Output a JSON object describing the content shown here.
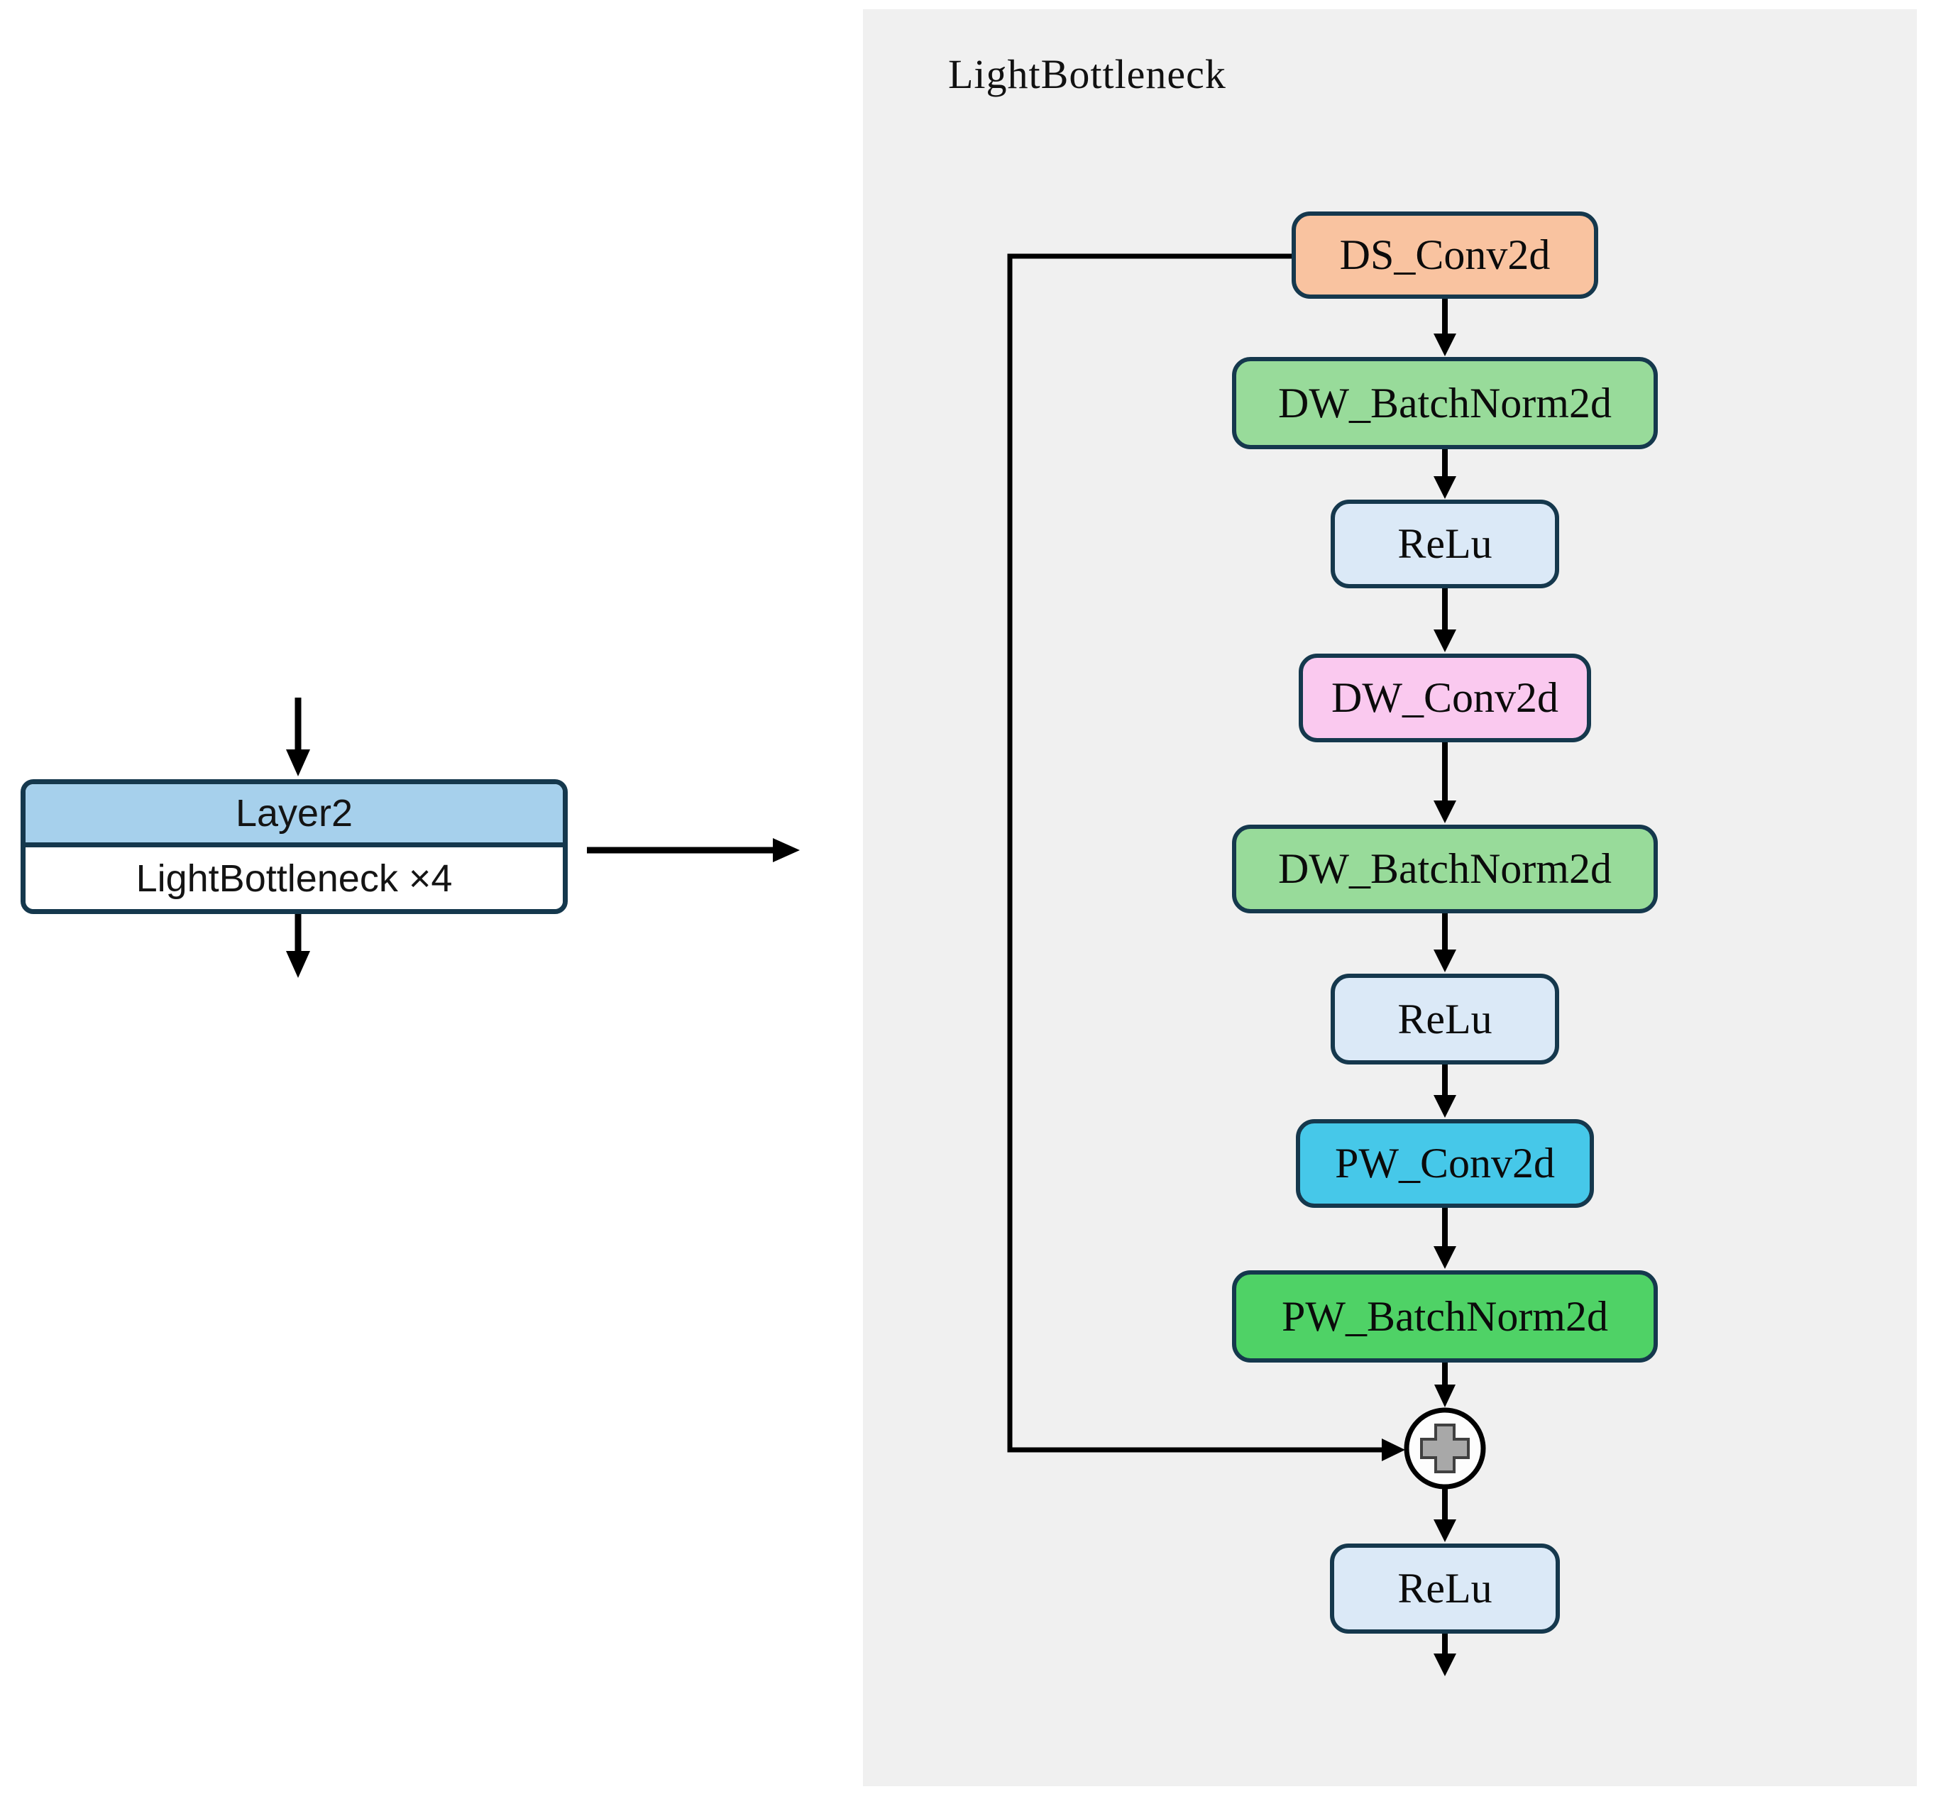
{
  "page": {
    "background": "#ffffff"
  },
  "left_diagram": {
    "block": {
      "title": "Layer2",
      "subtitle": "LightBottleneck ×4",
      "header_fill": "#a6d0ec",
      "body_fill": "#ffffff",
      "border_color": "#15384d"
    }
  },
  "panel": {
    "title": "LightBottleneck",
    "background": "#f0f0f0",
    "node_border_color": "#15384d",
    "nodes": [
      {
        "label": "DS_Conv2d",
        "fill": "#f9c3a0"
      },
      {
        "label": "DW_BatchNorm2d",
        "fill": "#98db9a"
      },
      {
        "label": "ReLu",
        "fill": "#dbe9f7"
      },
      {
        "label": "DW_Conv2d",
        "fill": "#fac9ef"
      },
      {
        "label": "DW_BatchNorm2d",
        "fill": "#98db9a"
      },
      {
        "label": "ReLu",
        "fill": "#dbe9f7"
      },
      {
        "label": "PW_Conv2d",
        "fill": "#46c8e9"
      },
      {
        "label": "PW_BatchNorm2d",
        "fill": "#4fd266"
      },
      {
        "label": "ReLu",
        "fill": "#dbe9f7"
      }
    ],
    "add_junction": {
      "symbol": "+",
      "plus_fill": "#a8a8a8",
      "circle_fill": "#fdfdfd"
    }
  }
}
